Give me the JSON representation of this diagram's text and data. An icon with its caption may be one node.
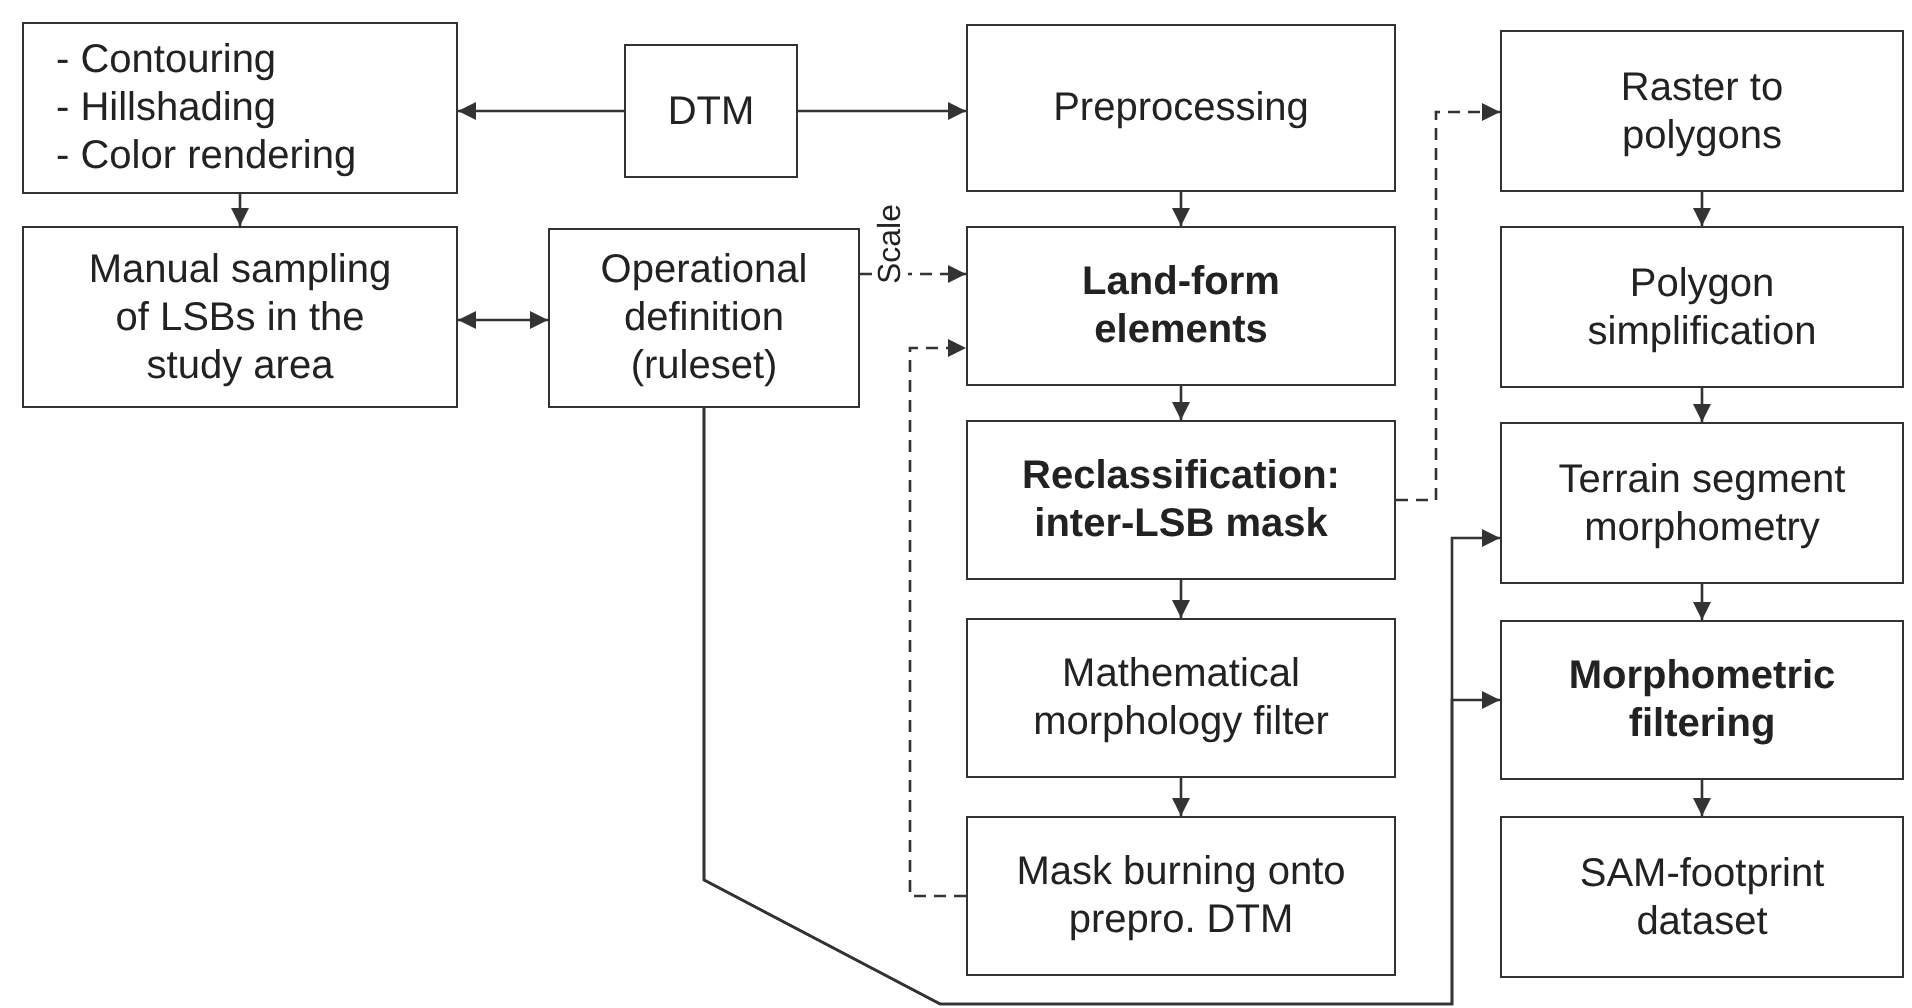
{
  "diagram": {
    "nodes": [
      {
        "text": [
          "- Contouring",
          "- Hillshading",
          "- Color rendering"
        ]
      },
      {
        "text": [
          "DTM"
        ]
      },
      {
        "text": [
          "Preprocessing"
        ]
      },
      {
        "text": [
          "Manual sampling of LSBs in the study area"
        ]
      },
      {
        "text": [
          "Operational definition (ruleset)"
        ]
      },
      {
        "text": [
          "Land-form elements"
        ]
      },
      {
        "text": [
          "Reclassification: inter-LSB mask"
        ]
      },
      {
        "text": [
          "Mathematical morphology filter"
        ]
      },
      {
        "text": [
          "Mask burning onto prepro. DTM"
        ]
      },
      {
        "text": [
          "Raster to polygons"
        ]
      },
      {
        "text": [
          "Polygon simplification"
        ]
      },
      {
        "text": [
          "Terrain segment morphometry"
        ]
      },
      {
        "text": [
          "Morphometric filtering"
        ]
      },
      {
        "text": [
          "SAM-footprint dataset"
        ]
      }
    ],
    "edges": [
      {
        "from": 1,
        "to": 0,
        "arrow": "to"
      },
      {
        "from": 1,
        "to": 2,
        "arrow": "to"
      },
      {
        "from": 0,
        "to": 3,
        "arrow": "to"
      },
      {
        "from": 3,
        "to": 4,
        "arrow": "both"
      },
      {
        "from": 4,
        "to": 5,
        "arrow": "to",
        "style": "dashed",
        "label": "Scale"
      },
      {
        "from": 8,
        "to": 5,
        "arrow": "to",
        "style": "dashed"
      },
      {
        "from": 2,
        "to": 5,
        "arrow": "to"
      },
      {
        "from": 5,
        "to": 6,
        "arrow": "to"
      },
      {
        "from": 6,
        "to": 7,
        "arrow": "to"
      },
      {
        "from": 7,
        "to": 8,
        "arrow": "to"
      },
      {
        "from": 6,
        "to": 9,
        "arrow": "to",
        "style": "dashed"
      },
      {
        "from": 9,
        "to": 10,
        "arrow": "to"
      },
      {
        "from": 10,
        "to": 11,
        "arrow": "to"
      },
      {
        "from": 11,
        "to": 12,
        "arrow": "to"
      },
      {
        "from": 12,
        "to": 13,
        "arrow": "to"
      },
      {
        "from": 4,
        "to": 11,
        "arrow": "to"
      },
      {
        "from": 4,
        "to": 12,
        "arrow": "to"
      }
    ]
  }
}
